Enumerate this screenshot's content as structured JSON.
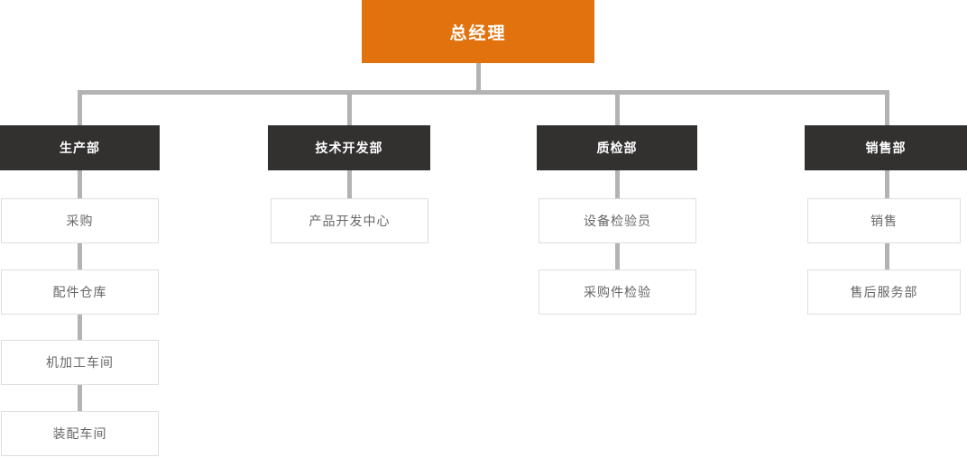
{
  "org_chart": {
    "root": {
      "label": "总经理"
    },
    "departments": [
      {
        "label": "生产部",
        "children": [
          {
            "label": "采购"
          },
          {
            "label": "配件仓库"
          },
          {
            "label": "机加工车间"
          },
          {
            "label": "装配车间"
          }
        ]
      },
      {
        "label": "技术开发部",
        "children": [
          {
            "label": "产品开发中心"
          }
        ]
      },
      {
        "label": "质检部",
        "children": [
          {
            "label": "设备检验员"
          },
          {
            "label": "采购件检验"
          }
        ]
      },
      {
        "label": "销售部",
        "children": [
          {
            "label": "销售"
          },
          {
            "label": "售后服务部"
          }
        ]
      }
    ],
    "colors": {
      "page_bg": "#ffffff",
      "root_bg": "#e2720d",
      "root_text": "#ffffff",
      "dept_bg": "#333030",
      "dept_text": "#ffffff",
      "leaf_bg": "#ffffff",
      "leaf_border": "#dedede",
      "leaf_text": "#666666",
      "connector": "#b3b3b3"
    }
  }
}
